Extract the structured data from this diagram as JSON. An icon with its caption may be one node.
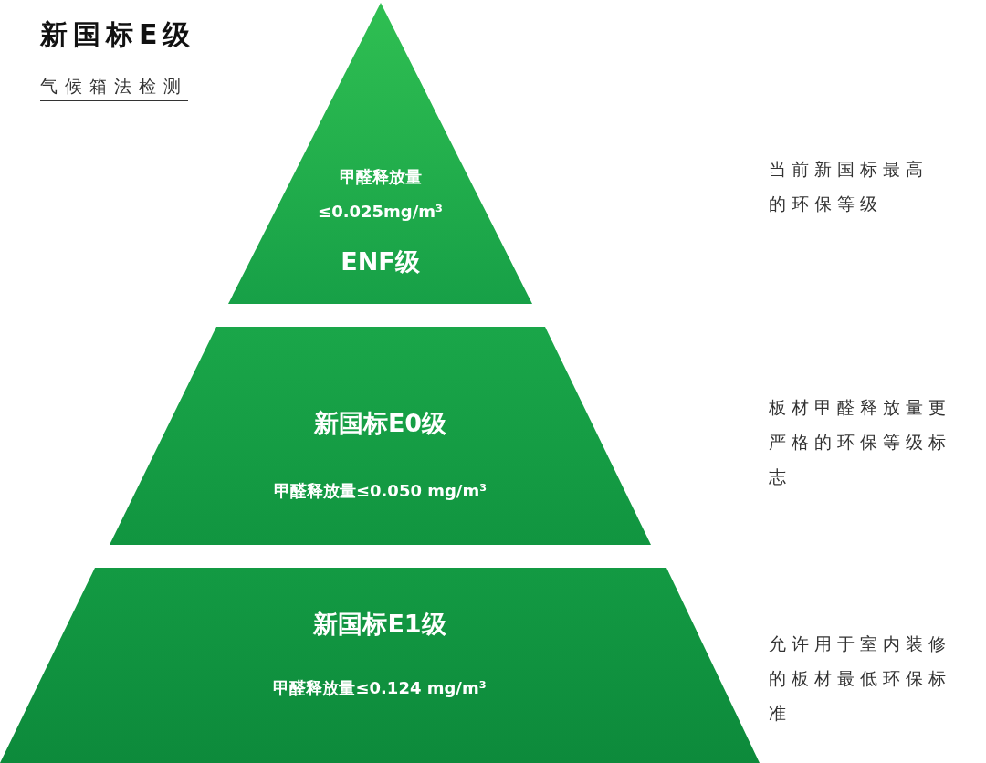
{
  "diagram": {
    "title": "新国标E级",
    "nodes": [
      {
        "text": [
          "甲醛释放量≤0.025mg/m³",
          "ENF级"
        ]
      },
      {
        "text": [
          "新国标E0级",
          "甲醛释放量≤0.050 mg/m³"
        ]
      },
      {
        "text": [
          "新国标E1级",
          "甲醛释放量≤0.124 mg/m³"
        ]
      }
    ],
    "labels": [
      "气候箱法检测",
      "当前新国标最高的环保等级",
      "板材甲醛释放量更严格的环保等级标志",
      "允许用于室内装修的板材最低环保标准"
    ]
  }
}
